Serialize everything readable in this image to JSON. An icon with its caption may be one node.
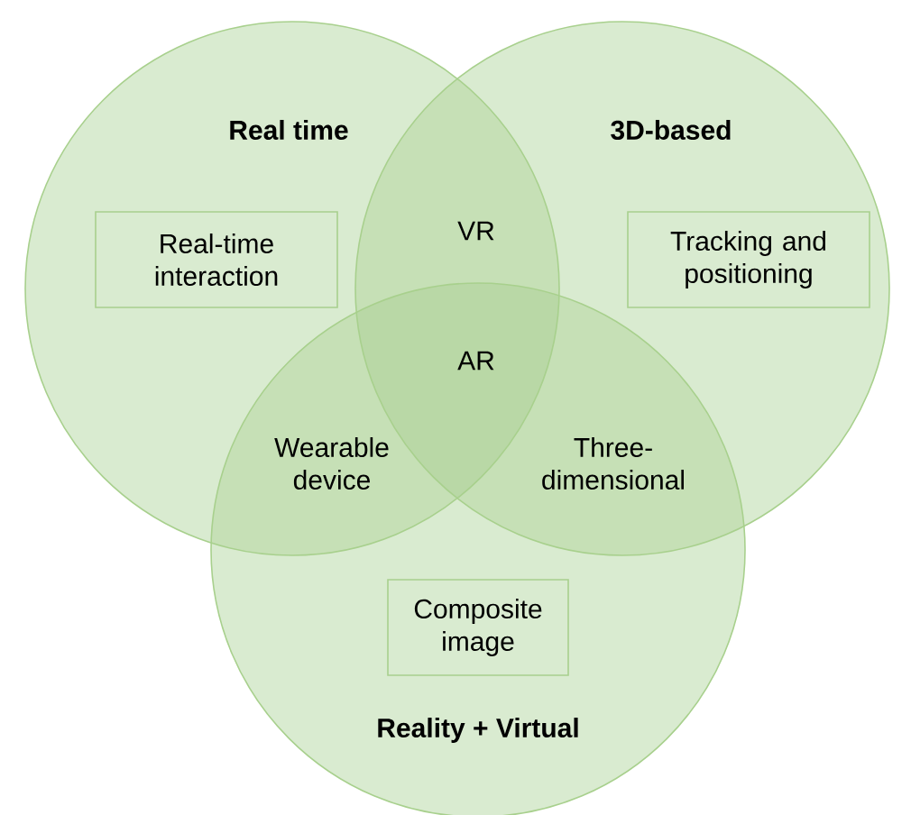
{
  "diagram": {
    "nodes": [
      {
        "text": [
          "Real time"
        ]
      },
      {
        "text": [
          "3D-based"
        ]
      },
      {
        "text": [
          "Reality + Virtual"
        ]
      },
      {
        "text": [
          "Real-time interaction"
        ],
        "in": 0
      },
      {
        "text": [
          "Tracking and positioning"
        ],
        "in": 1
      },
      {
        "text": [
          "Composite image"
        ],
        "in": 2
      }
    ],
    "labels": [
      "VR",
      "AR",
      "Wearable device",
      "Three-dimensional"
    ]
  }
}
